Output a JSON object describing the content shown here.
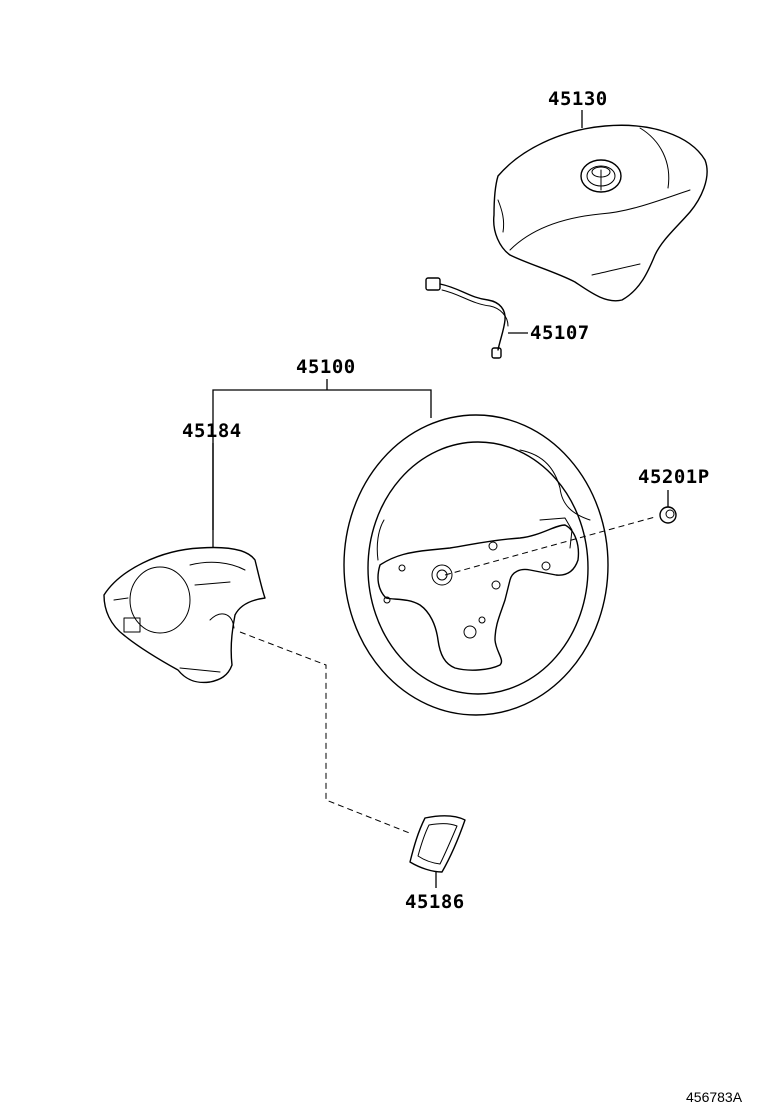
{
  "parts": {
    "airbag_pad": {
      "number": "45130",
      "icon": "toyota-emblem-icon"
    },
    "spiral_cable": {
      "number": "45107"
    },
    "steering_wheel_assy": {
      "number": "45100"
    },
    "lower_cover": {
      "number": "45184"
    },
    "nut": {
      "number": "45201P"
    },
    "switch_bezel": {
      "number": "45186"
    }
  },
  "diagram_id": "456783A"
}
